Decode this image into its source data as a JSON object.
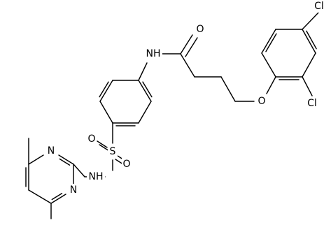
{
  "colors": {
    "background": "#ffffff",
    "bond": "#000000",
    "text": "#000000"
  },
  "atoms": [
    {
      "id": "cl_top",
      "text": "Cl",
      "semantic": "chlorine-atom"
    },
    {
      "id": "cl_right",
      "text": "Cl",
      "semantic": "chlorine-atom"
    },
    {
      "id": "o_ether",
      "text": "O",
      "semantic": "oxygen-atom"
    },
    {
      "id": "o_carbonyl",
      "text": "O",
      "semantic": "oxygen-atom"
    },
    {
      "id": "nh_amide",
      "text": "NH",
      "semantic": "amide-nitrogen"
    },
    {
      "id": "s_sulfonyl",
      "text": "S",
      "semantic": "sulfur-atom"
    },
    {
      "id": "o_sulfonyl_left",
      "text": "O",
      "semantic": "oxygen-atom"
    },
    {
      "id": "o_sulfonyl_right",
      "text": "O",
      "semantic": "oxygen-atom"
    },
    {
      "id": "nh_sulfonamide",
      "text": "NH",
      "semantic": "sulfonamide-nitrogen"
    },
    {
      "id": "n_pyrimidine_upper",
      "text": "N",
      "semantic": "pyrimidine-nitrogen"
    },
    {
      "id": "n_pyrimidine_lower",
      "text": "N",
      "semantic": "pyrimidine-nitrogen"
    }
  ]
}
